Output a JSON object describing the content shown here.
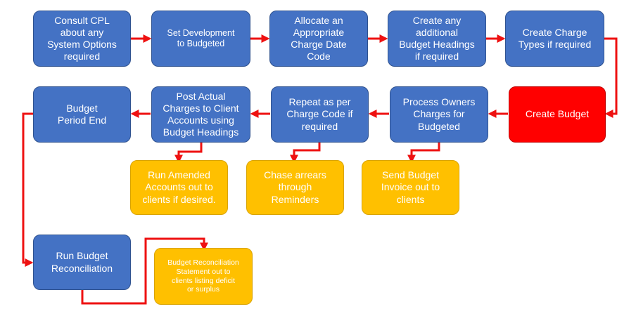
{
  "colors": {
    "step_fill": "#4472c4",
    "highlight_fill": "#ff0000",
    "note_fill": "#ffc000",
    "arrow": "#ee1111"
  },
  "steps": {
    "consult_cpl": "Consult CPL\nabout any\nSystem Options\nrequired",
    "set_development": "Set Development\nto Budgeted",
    "allocate_charge_date": "Allocate an\nAppropriate\nCharge Date\nCode",
    "create_budget_headings": "Create any\nadditional\nBudget Headings\nif required",
    "create_charge_types": "Create Charge\nTypes if required",
    "create_budget": "Create Budget",
    "process_owners_charges": "Process Owners\nCharges for\nBudgeted",
    "repeat_per_charge_code": "Repeat as per\nCharge Code if\nrequired",
    "post_actual_charges": "Post Actual\nCharges to Client\nAccounts using\nBudget Headings",
    "budget_period_end": "Budget\nPeriod End",
    "run_budget_reconciliation": "Run Budget\nReconciliation"
  },
  "notes": {
    "send_budget_invoice": "Send Budget\nInvoice out to\nclients",
    "chase_arrears": "Chase arrears\nthrough\nReminders",
    "run_amended_accounts": "Run Amended\nAccounts out to\nclients if desired.",
    "reconciliation_statement": "Budget Reconciliation\nStatement out to\nclients listing deficit\nor surplus"
  }
}
